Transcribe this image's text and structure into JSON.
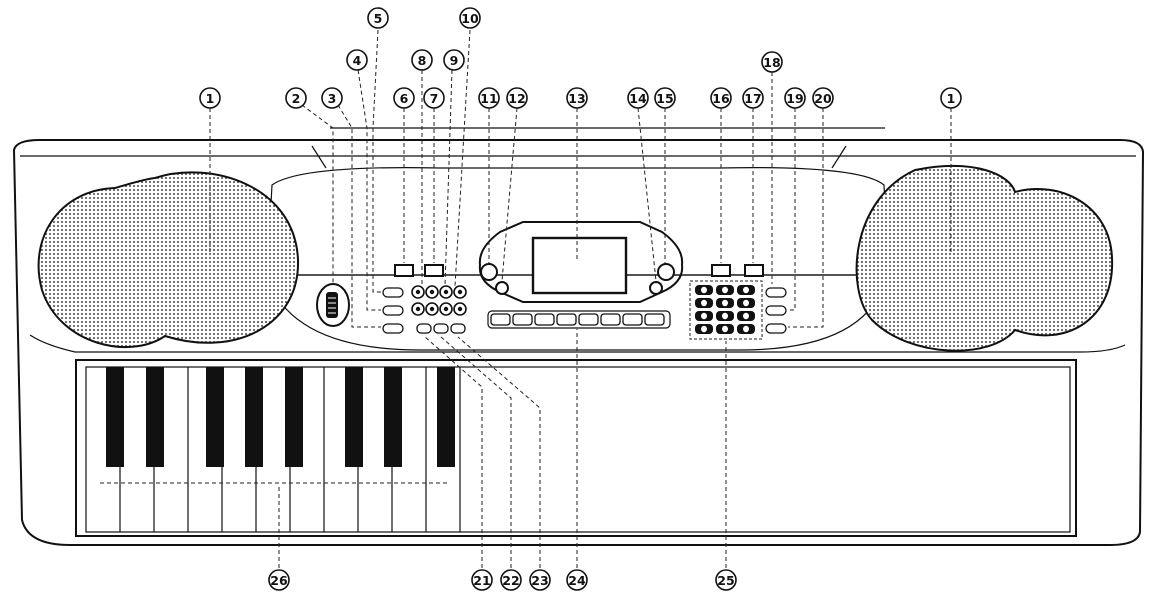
{
  "callouts": [
    {
      "id": "c1-left",
      "label": "1",
      "target": "left-speaker"
    },
    {
      "id": "c1-right",
      "label": "1",
      "target": "right-speaker"
    },
    {
      "id": "c2",
      "label": "2",
      "target": "power-volume-dial"
    },
    {
      "id": "c3",
      "label": "3",
      "target": "left-buttons-row-3"
    },
    {
      "id": "c4",
      "label": "4",
      "target": "left-buttons-row-2"
    },
    {
      "id": "c5",
      "label": "5",
      "target": "left-buttons-row-1"
    },
    {
      "id": "c6",
      "label": "6",
      "target": "square-button-1"
    },
    {
      "id": "c7",
      "label": "7",
      "target": "square-button-2"
    },
    {
      "id": "c8",
      "label": "8",
      "target": "round-button-cluster"
    },
    {
      "id": "c9",
      "label": "9",
      "target": "round-button-cluster"
    },
    {
      "id": "c10",
      "label": "10",
      "target": "round-button-cluster"
    },
    {
      "id": "c11",
      "label": "11",
      "target": "left-knob-upper"
    },
    {
      "id": "c12",
      "label": "12",
      "target": "left-knob-lower"
    },
    {
      "id": "c13",
      "label": "13",
      "target": "lcd-display"
    },
    {
      "id": "c14",
      "label": "14",
      "target": "right-knob-lower"
    },
    {
      "id": "c15",
      "label": "15",
      "target": "right-knob-upper"
    },
    {
      "id": "c16",
      "label": "16",
      "target": "square-button-3"
    },
    {
      "id": "c17",
      "label": "17",
      "target": "square-button-4"
    },
    {
      "id": "c18",
      "label": "18",
      "target": "right-buttons-row-1"
    },
    {
      "id": "c19",
      "label": "19",
      "target": "right-buttons-row-2"
    },
    {
      "id": "c20",
      "label": "20",
      "target": "right-buttons-row-3"
    },
    {
      "id": "c21",
      "label": "21",
      "target": "bottom-button-a"
    },
    {
      "id": "c22",
      "label": "22",
      "target": "bottom-button-b"
    },
    {
      "id": "c23",
      "label": "23",
      "target": "bottom-button-c"
    },
    {
      "id": "c24",
      "label": "24",
      "target": "rhythm-button-row"
    },
    {
      "id": "c25",
      "label": "25",
      "target": "numeric-keypad"
    },
    {
      "id": "c26",
      "label": "26",
      "target": "piano-keyboard"
    }
  ],
  "colors": {
    "line": "#111111",
    "speaker_dot": "#3a3a3a",
    "background": "#ffffff"
  }
}
